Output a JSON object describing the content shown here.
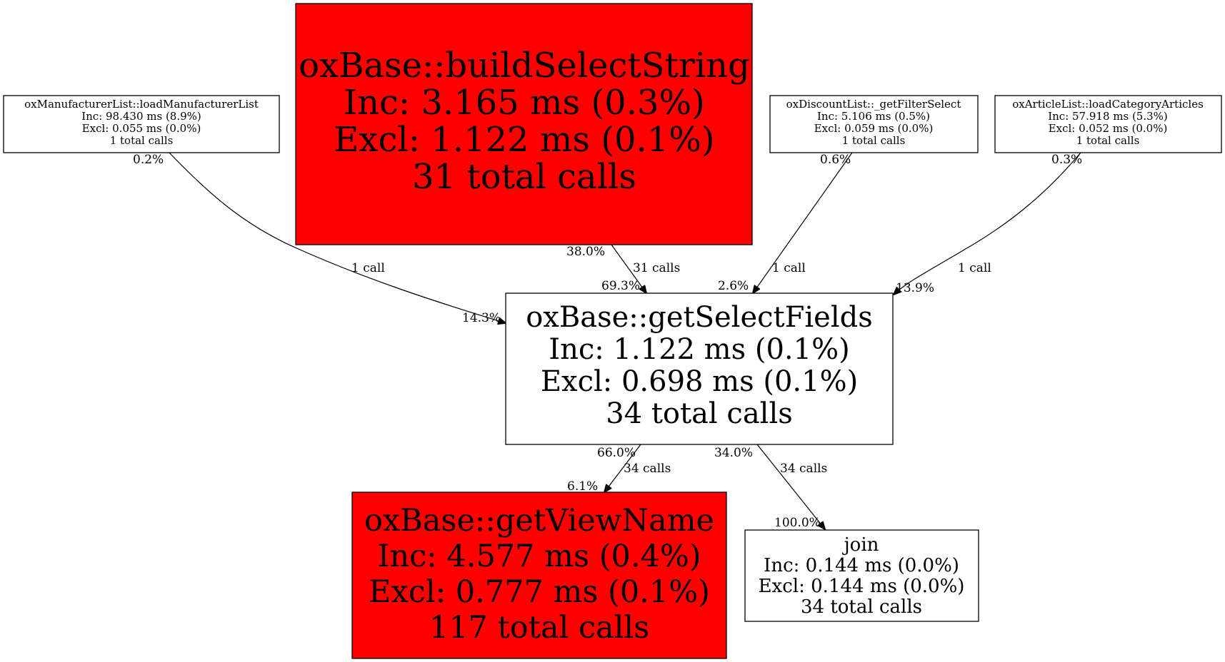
{
  "colors": {
    "hot": "#ff0000",
    "normal": "#ffffff",
    "stroke": "#000000"
  },
  "nodes": {
    "manufacturer": {
      "name": "oxManufacturerList::loadManufacturerList",
      "inc": "Inc: 98.430 ms (8.9%)",
      "excl": "Excl: 0.055 ms (0.0%)",
      "calls": "1 total calls"
    },
    "build": {
      "name": "oxBase::buildSelectString",
      "inc": "Inc: 3.165 ms (0.3%)",
      "excl": "Excl: 1.122 ms (0.1%)",
      "calls": "31 total calls"
    },
    "discount": {
      "name": "oxDiscountList::_getFilterSelect",
      "inc": "Inc: 5.106 ms (0.5%)",
      "excl": "Excl: 0.059 ms (0.0%)",
      "calls": "1 total calls"
    },
    "article": {
      "name": "oxArticleList::loadCategoryArticles",
      "inc": "Inc: 57.918 ms (5.3%)",
      "excl": "Excl: 0.052 ms (0.0%)",
      "calls": "1 total calls"
    },
    "getselect": {
      "name": "oxBase::getSelectFields",
      "inc": "Inc: 1.122 ms (0.1%)",
      "excl": "Excl: 0.698 ms (0.1%)",
      "calls": "34 total calls"
    },
    "viewname": {
      "name": "oxBase::getViewName",
      "inc": "Inc: 4.577 ms (0.4%)",
      "excl": "Excl: 0.777 ms (0.1%)",
      "calls": "117 total calls"
    },
    "join": {
      "name": "join",
      "inc": "Inc: 0.144 ms (0.0%)",
      "excl": "Excl: 0.144 ms (0.0%)",
      "calls": "34 total calls"
    }
  },
  "edges": {
    "manufacturer_to_getselect": {
      "tail": "0.2%",
      "calls": "1 call",
      "head": "14.3%"
    },
    "build_to_getselect": {
      "tail": "38.0%",
      "calls": "31 calls",
      "head": "69.3%"
    },
    "discount_to_getselect": {
      "tail": "0.6%",
      "calls": "1 call",
      "head": "2.6%"
    },
    "article_to_getselect": {
      "tail": "0.3%",
      "calls": "1 call",
      "head": "13.9%"
    },
    "getselect_to_viewname": {
      "tail": "66.0%",
      "calls": "34 calls",
      "head": "6.1%"
    },
    "getselect_to_join": {
      "tail": "34.0%",
      "calls": "34 calls",
      "head": "100.0%"
    }
  }
}
